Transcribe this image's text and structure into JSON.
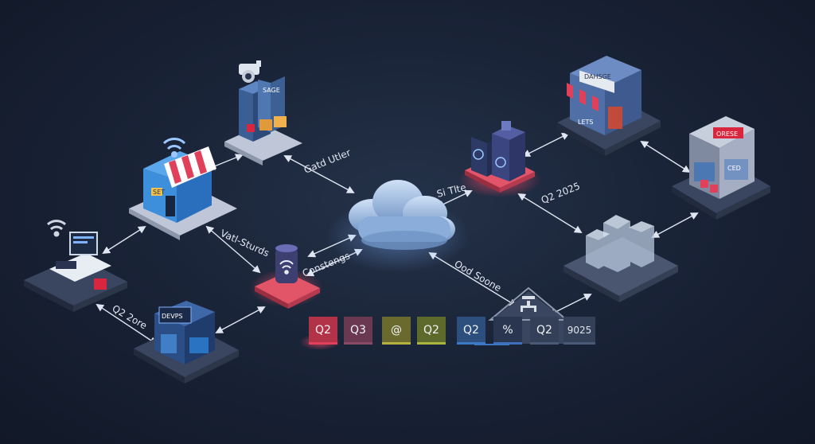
{
  "labels": {
    "top_left_link": "Gatd Utler",
    "left_link": "Vatl-Sturds",
    "center_left_link": "Constengs",
    "cloud_right_link": "Si Tlte",
    "right_link": "Q2 2025",
    "bottom_center_link": "Ood Soone",
    "bottom_left_link": "Q2 2ore"
  },
  "signs": {
    "top_right_shop": "DAHSGE",
    "right_shop": "ORESE",
    "bottom_left_kiosk": "DEVPS",
    "left_shop_small": "SET",
    "top_tower": "SAGE",
    "right_shop_window": "CED",
    "top_right_window": "LETS"
  },
  "tags": [
    {
      "label": "Q2",
      "color": "#b23348",
      "bar": "#e0405a"
    },
    {
      "label": "Q3",
      "color": "#6a3850",
      "bar": "#8a4a66"
    },
    {
      "label": "@",
      "color": "#6b6a2e",
      "bar": "#b6b040"
    },
    {
      "label": "Q2",
      "color": "#5e6a2c",
      "bar": "#a8b43e"
    },
    {
      "label": "Q2",
      "color": "#2d4f7e",
      "bar": "#3d78c4"
    },
    {
      "label": "%",
      "color": "#2a3650",
      "bar": "#3d6fb8"
    },
    {
      "label": "Q2",
      "color": "#334058",
      "bar": "#4a5a76"
    },
    {
      "label": "9025",
      "color": "#334058",
      "bar": "#4a5a76"
    }
  ],
  "colors": {
    "accent_red": "#e0405a",
    "accent_blue": "#3d78c4",
    "cloud": "#8fb4e0",
    "platform": "#3a4660"
  }
}
